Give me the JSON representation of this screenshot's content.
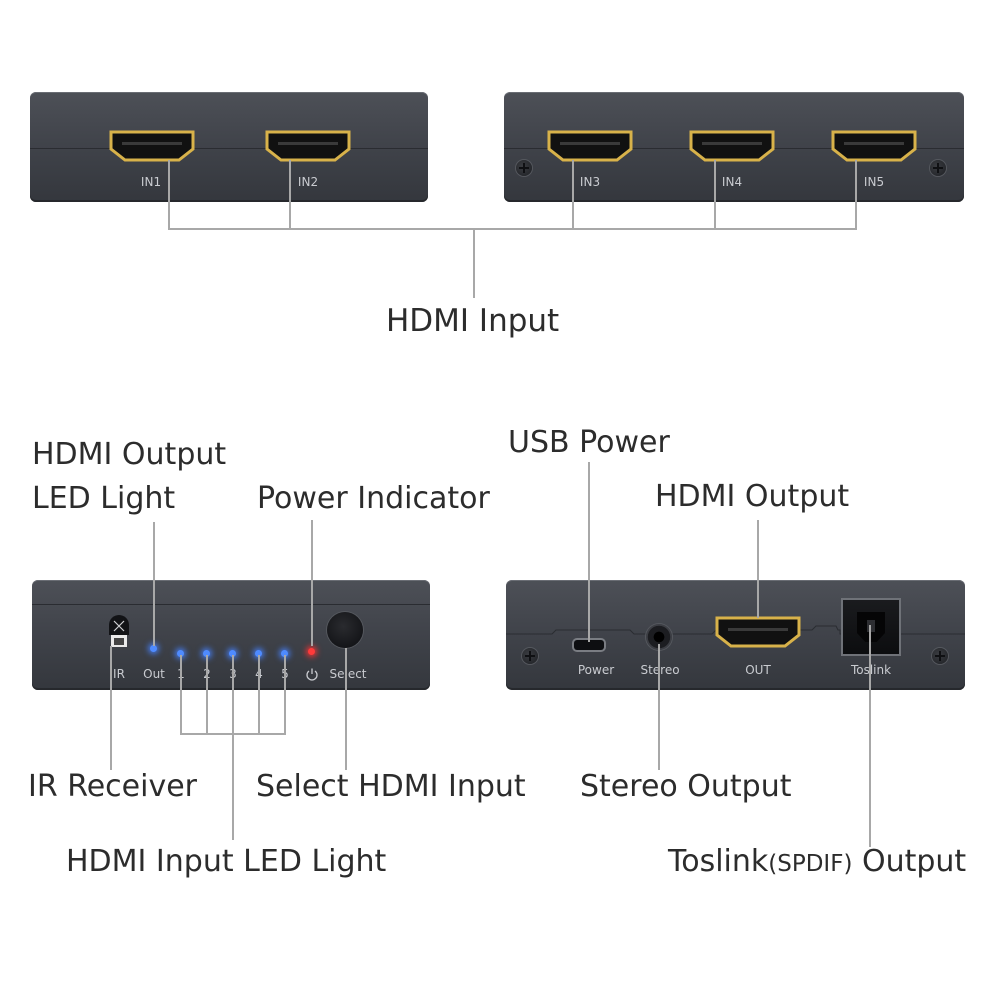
{
  "input_panel": {
    "ports": [
      "IN1",
      "IN2",
      "IN3",
      "IN4",
      "IN5"
    ],
    "callout": "HDMI Input"
  },
  "front_panel": {
    "labels": {
      "ir": "IR",
      "out": "Out",
      "inputs": [
        "1",
        "2",
        "3",
        "4",
        "5"
      ],
      "select": "Select"
    },
    "callouts": {
      "output_led_line1": "HDMI Output",
      "output_led_line2": "LED Light",
      "power_indicator": "Power Indicator",
      "ir_receiver": "IR Receiver",
      "select_input": "Select HDMI Input",
      "input_led": "HDMI Input LED Light"
    }
  },
  "rear_panel": {
    "labels": {
      "power": "Power",
      "stereo": "Stereo",
      "out": "OUT",
      "toslink": "Toslink"
    },
    "callouts": {
      "usb_power": "USB Power",
      "hdmi_output": "HDMI Output",
      "stereo_output": "Stereo Output",
      "toslink_main": "Toslink",
      "toslink_paren": "(SPDIF)",
      "toslink_tail": " Output"
    }
  },
  "colors": {
    "panel": "#42454b",
    "leader_line": "#a8a8a8",
    "led_blue": "#4f8bff",
    "led_red": "#ff3a3a",
    "hdmi_gold": "#d8b24a"
  }
}
